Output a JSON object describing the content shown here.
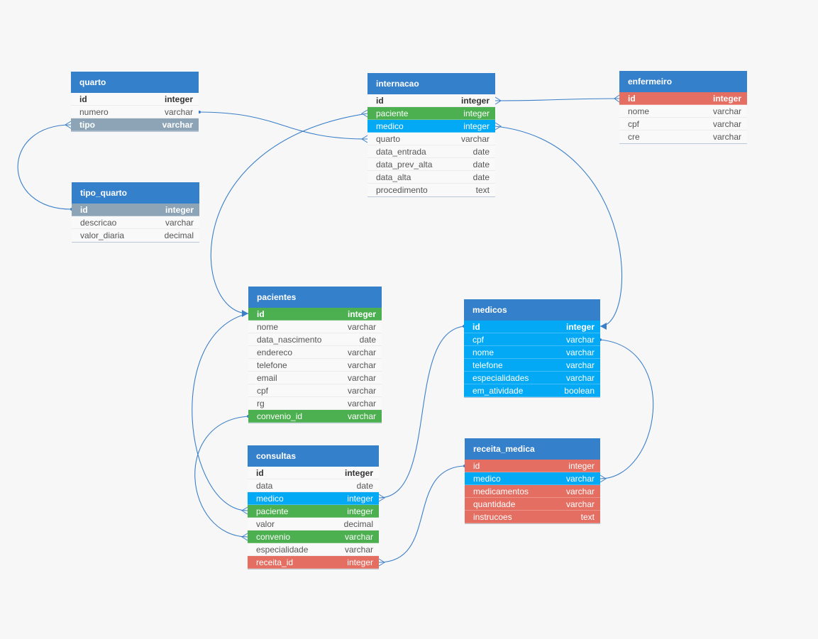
{
  "colors": {
    "header": "#3580cb",
    "red": "#e46e62",
    "green": "#4caf50",
    "blue": "#03a9f4",
    "gray": "#8ca4b6",
    "link": "#3b7fc8"
  },
  "tables": {
    "quarto": {
      "name": "quarto",
      "fields": [
        {
          "name": "id",
          "type": "integer"
        },
        {
          "name": "numero",
          "type": "varchar"
        },
        {
          "name": "tipo",
          "type": "varchar"
        }
      ]
    },
    "tipo_quarto": {
      "name": "tipo_quarto",
      "fields": [
        {
          "name": "id",
          "type": "integer"
        },
        {
          "name": "descricao",
          "type": "varchar"
        },
        {
          "name": "valor_diaria",
          "type": "decimal"
        }
      ]
    },
    "internacao": {
      "name": "internacao",
      "fields": [
        {
          "name": "id",
          "type": "integer"
        },
        {
          "name": "paciente",
          "type": "integer"
        },
        {
          "name": "medico",
          "type": "integer"
        },
        {
          "name": "quarto",
          "type": "varchar"
        },
        {
          "name": "data_entrada",
          "type": "date"
        },
        {
          "name": "data_prev_alta",
          "type": "date"
        },
        {
          "name": "data_alta",
          "type": "date"
        },
        {
          "name": "procedimento",
          "type": "text"
        }
      ]
    },
    "enfermeiro": {
      "name": "enfermeiro",
      "fields": [
        {
          "name": "id",
          "type": "integer"
        },
        {
          "name": "nome",
          "type": "varchar"
        },
        {
          "name": "cpf",
          "type": "varchar"
        },
        {
          "name": "cre",
          "type": "varchar"
        }
      ]
    },
    "pacientes": {
      "name": "pacientes",
      "fields": [
        {
          "name": "id",
          "type": "integer"
        },
        {
          "name": "nome",
          "type": "varchar"
        },
        {
          "name": "data_nascimento",
          "type": "date"
        },
        {
          "name": "endereco",
          "type": "varchar"
        },
        {
          "name": "telefone",
          "type": "varchar"
        },
        {
          "name": "email",
          "type": "varchar"
        },
        {
          "name": "cpf",
          "type": "varchar"
        },
        {
          "name": "rg",
          "type": "varchar"
        },
        {
          "name": "convenio_id",
          "type": "varchar"
        }
      ]
    },
    "medicos": {
      "name": "medicos",
      "fields": [
        {
          "name": "id",
          "type": "integer"
        },
        {
          "name": "cpf",
          "type": "varchar"
        },
        {
          "name": "nome",
          "type": "varchar"
        },
        {
          "name": "telefone",
          "type": "varchar"
        },
        {
          "name": "especialidades",
          "type": "varchar"
        },
        {
          "name": "em_atividade",
          "type": "boolean"
        }
      ]
    },
    "consultas": {
      "name": "consultas",
      "fields": [
        {
          "name": "id",
          "type": "integer"
        },
        {
          "name": "data",
          "type": "date"
        },
        {
          "name": "medico",
          "type": "integer"
        },
        {
          "name": "paciente",
          "type": "integer"
        },
        {
          "name": "valor",
          "type": "decimal"
        },
        {
          "name": "convenio",
          "type": "varchar"
        },
        {
          "name": "especialidade",
          "type": "varchar"
        },
        {
          "name": "receita_id",
          "type": "integer"
        }
      ]
    },
    "receita_medica": {
      "name": "receita_medica",
      "fields": [
        {
          "name": "id",
          "type": "integer"
        },
        {
          "name": "medico",
          "type": "varchar"
        },
        {
          "name": "medicamentos",
          "type": "varchar"
        },
        {
          "name": "quantidade",
          "type": "varchar"
        },
        {
          "name": "instrucoes",
          "type": "text"
        }
      ]
    }
  }
}
